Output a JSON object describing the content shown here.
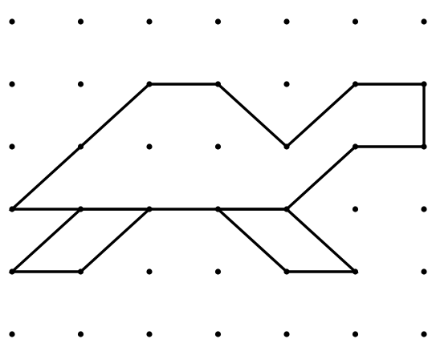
{
  "grid": {
    "columns": 7,
    "rows": 6,
    "dot_color": "#000000"
  },
  "figure": {
    "stroke_color": "#000000",
    "closed_shapes": [
      {
        "name": "body-outline",
        "points": [
          [
            0,
            3
          ],
          [
            2,
            1
          ],
          [
            3,
            1
          ],
          [
            4,
            2
          ],
          [
            5,
            1
          ],
          [
            6,
            1
          ],
          [
            6,
            2
          ],
          [
            5,
            2
          ],
          [
            4,
            3
          ]
        ]
      },
      {
        "name": "left-leg-outline",
        "points": [
          [
            1,
            3
          ],
          [
            0,
            4
          ],
          [
            1,
            4
          ],
          [
            2,
            3
          ]
        ]
      },
      {
        "name": "right-leg-outline",
        "points": [
          [
            3,
            3
          ],
          [
            4,
            4
          ],
          [
            5,
            4
          ],
          [
            4,
            3
          ]
        ]
      }
    ]
  }
}
